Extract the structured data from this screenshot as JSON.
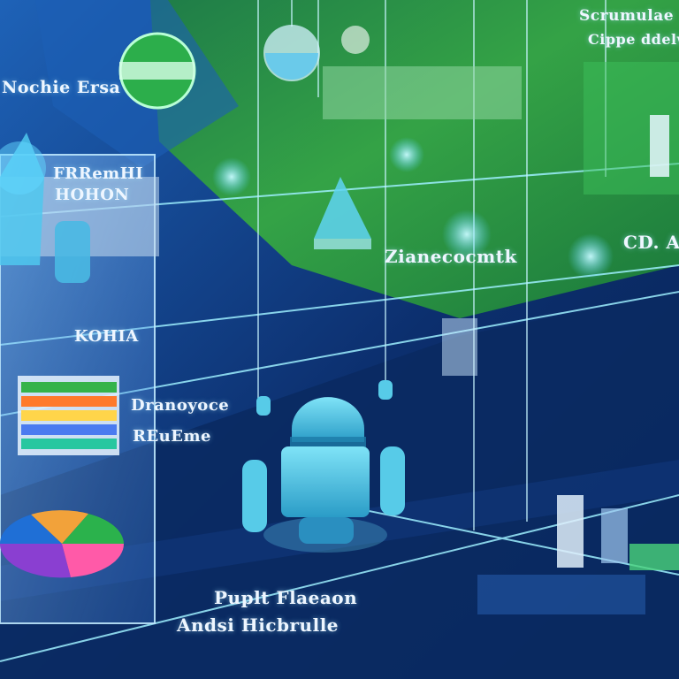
{
  "scene": {
    "title_top_left": "Nochie Ersa",
    "title_top_right_1": "Scrumulae",
    "title_top_right_2": "Cippe ddelw",
    "panel_left_heading_1": "FRRemHI",
    "panel_left_heading_2": "HOHON",
    "center_label": "Zianecocmtk",
    "right_label": "CD. A",
    "left_mid_label": "KOHIA",
    "center_left_label_1": "Dranoyoce",
    "center_left_label_2": "REuEme",
    "bottom_caption_1": "Puplt Flaeaon",
    "bottom_caption_2": "Andsi Hicbrulle",
    "colors": {
      "background_navy": "#0b2a66",
      "screen_green": "#2f9a3c",
      "accent_cyan": "#5fd4f2",
      "robot_body": "#4fc3e0"
    },
    "pie_colors": [
      "#2bb24c",
      "#f2a23a",
      "#1f6fd6",
      "#8a3fd1",
      "#ff5aa8"
    ],
    "stack_colors": [
      "#35b34a",
      "#ff7a2b",
      "#ffd54a",
      "#4a7bf0",
      "#27c7a0"
    ]
  }
}
